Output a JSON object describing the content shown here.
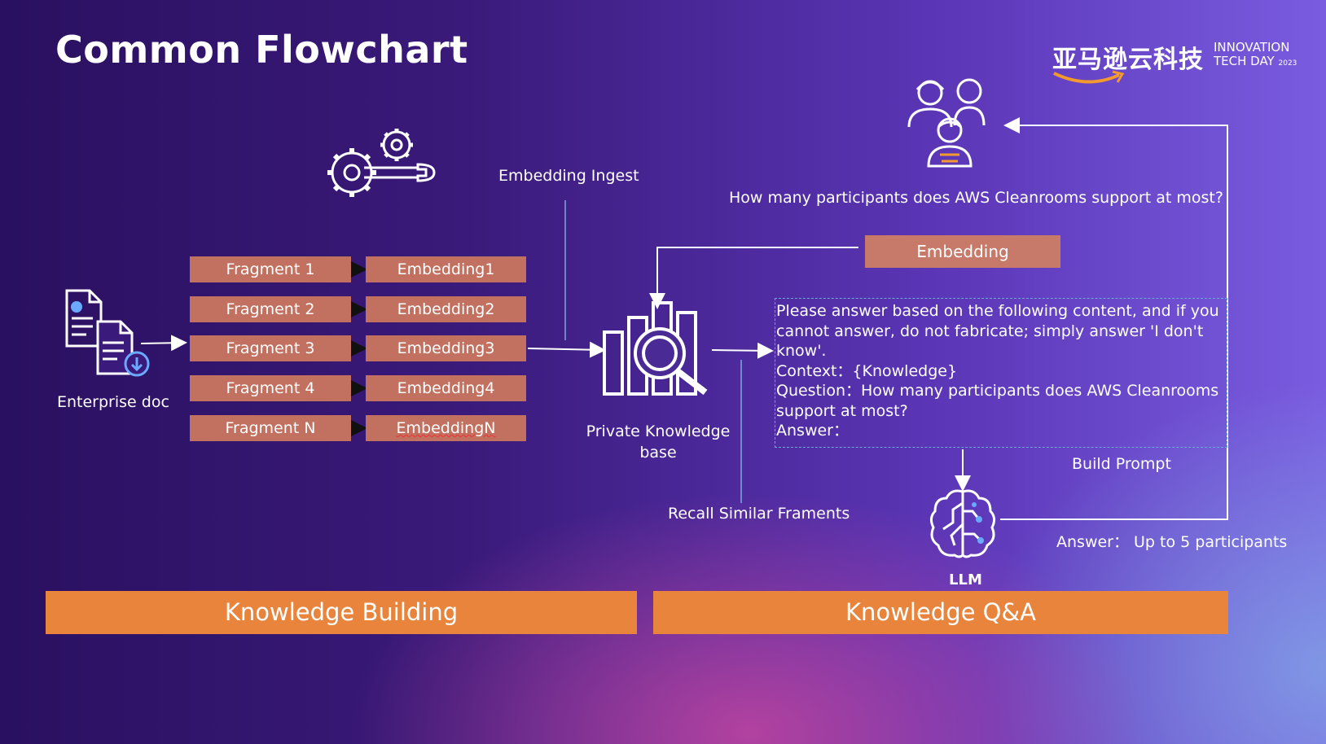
{
  "slide": {
    "title": "Common Flowchart",
    "logo_cn": "亚马逊云科技",
    "logo_en_line1": "INNOVATION",
    "logo_en_line2": "TECH DAY",
    "logo_en_year": "2023"
  },
  "knowledge_building": {
    "enterprise_doc_label": "Enterprise doc",
    "embedding_ingest_label": "Embedding Ingest",
    "fragments": [
      "Fragment 1",
      "Fragment 2",
      "Fragment 3",
      "Fragment 4",
      "Fragment N"
    ],
    "embeddings": [
      "Embedding1",
      "Embedding2",
      "Embedding3",
      "Embedding4",
      "EmbeddingN"
    ],
    "knowledge_base_label": "Private Knowledge base",
    "band_label": "Knowledge Building"
  },
  "knowledge_qa": {
    "question": "How many participants does AWS Cleanrooms support at most?",
    "embedding_label": "Embedding",
    "prompt_lines": [
      "Please answer based on the following content, and if you cannot answer, do not fabricate; simply answer 'I don't know'.",
      "Context：{Knowledge}",
      "Question：How many participants does AWS Cleanrooms support at most?",
      "Answer："
    ],
    "build_prompt_label": "Build Prompt",
    "recall_label": "Recall Similar Framents",
    "llm_label": "LLM",
    "answer_label": "Answer：  Up to 5 participants",
    "band_label": "Knowledge Q&A"
  },
  "colors": {
    "fragment_box": "#c2705f",
    "band": "#e8843c",
    "prompt_border": "#6aa9d6"
  }
}
